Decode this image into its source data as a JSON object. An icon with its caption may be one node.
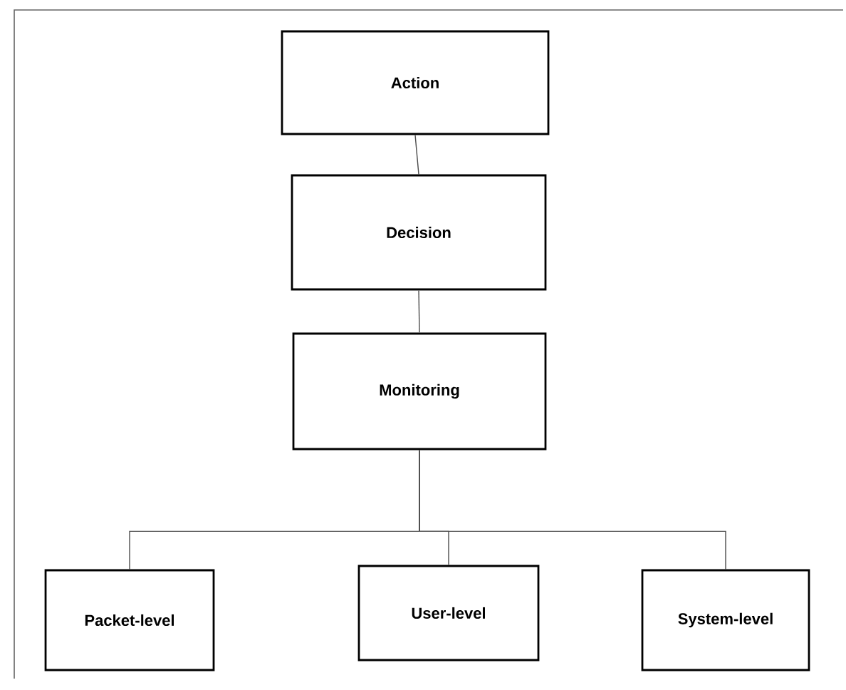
{
  "diagram": {
    "nodes": [
      {
        "text": [
          "Action"
        ]
      },
      {
        "text": [
          "Decision"
        ]
      },
      {
        "text": [
          "Monitoring"
        ]
      },
      {
        "text": [
          "Packet-level"
        ]
      },
      {
        "text": [
          "User-level"
        ]
      },
      {
        "text": [
          "System-level"
        ]
      }
    ],
    "edges": [
      {
        "from": 0,
        "to": 1,
        "arrow": "none"
      },
      {
        "from": 1,
        "to": 2,
        "arrow": "none"
      },
      {
        "from": 2,
        "to": 3,
        "arrow": "none"
      },
      {
        "from": 2,
        "to": 4,
        "arrow": "none"
      },
      {
        "from": 2,
        "to": 5,
        "arrow": "none"
      }
    ]
  }
}
